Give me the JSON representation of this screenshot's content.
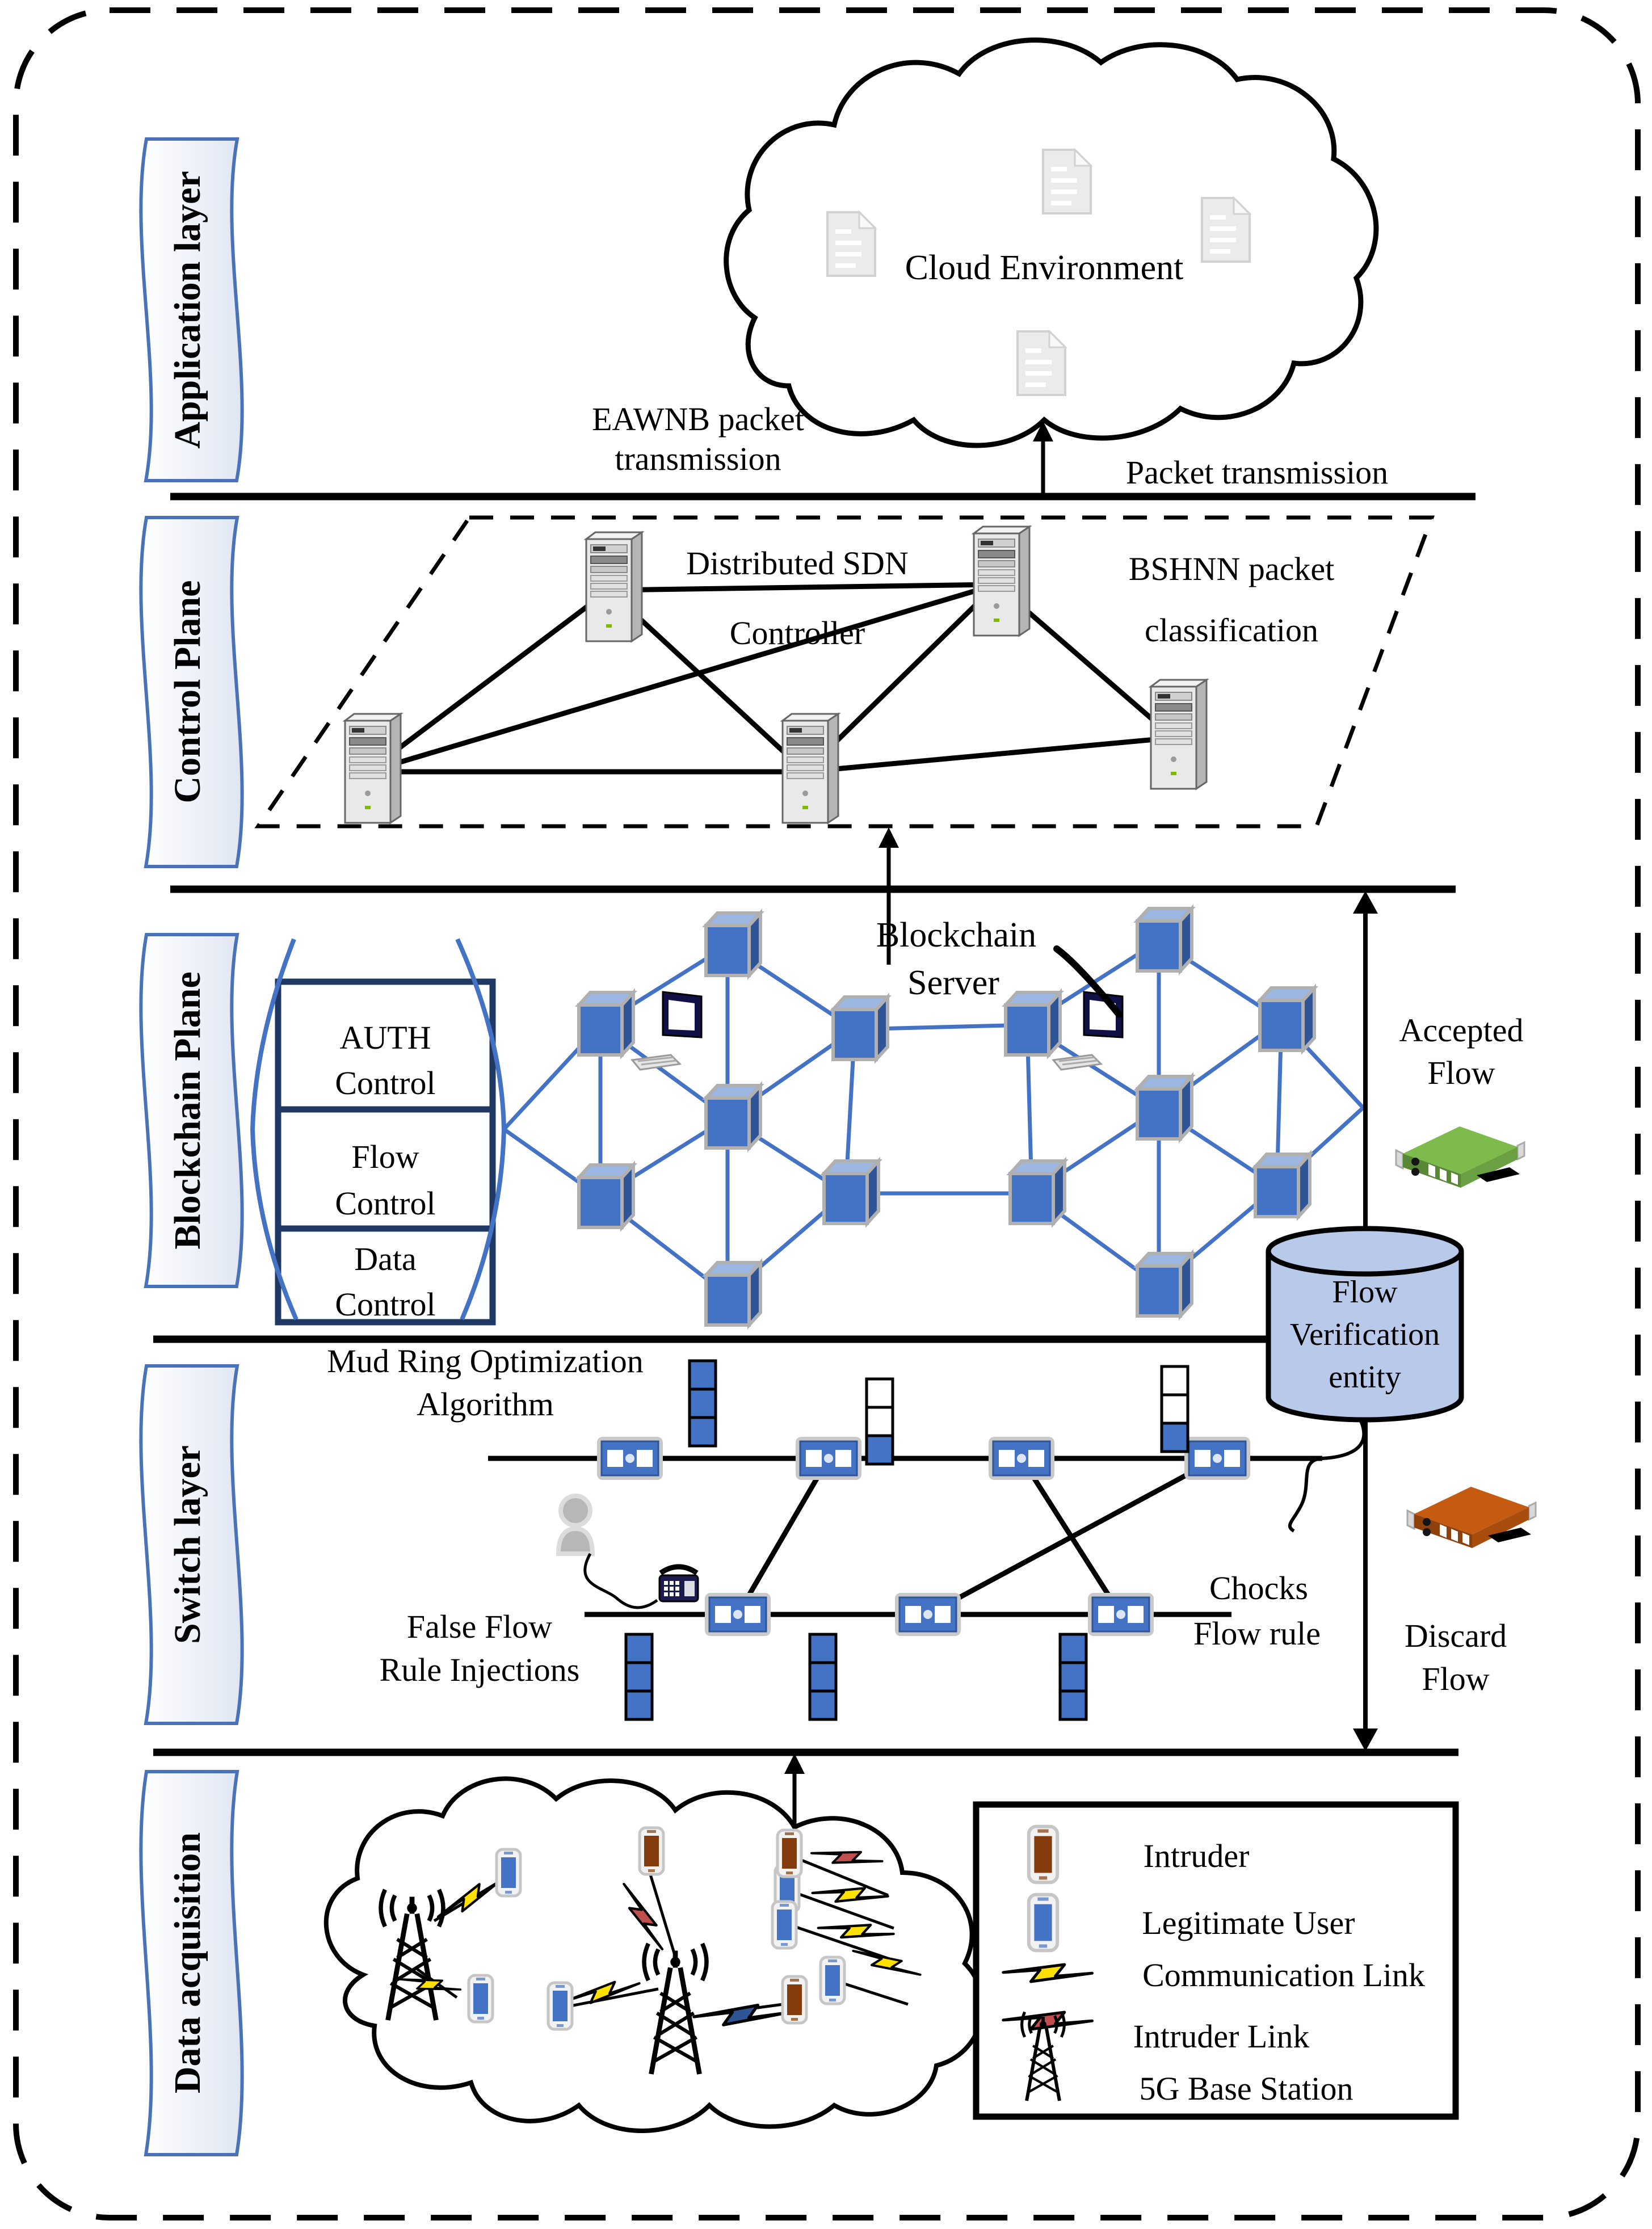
{
  "banners": {
    "application": "Application layer",
    "control": "Control Plane",
    "blockchain": "Blockchain Plane",
    "switch": "Switch layer",
    "data_acquisition": "Data acquisition"
  },
  "application": {
    "cloud": "Cloud Environment",
    "eawnb1": "EAWNB  packet",
    "eawnb2": "transmission",
    "packet_transmission": "Packet transmission"
  },
  "control": {
    "sdn1": "Distributed SDN",
    "sdn2": "Controller",
    "bshnn1": "BSHNN packet",
    "bshnn2": "classification"
  },
  "blockchain": {
    "auth1": "AUTH",
    "auth2": "Control",
    "flow1": "Flow",
    "flow2": "Control",
    "data1": "Data",
    "data2": "Control",
    "server1": "Blockchain",
    "server2": "Server",
    "accepted1": "Accepted",
    "accepted2": "Flow"
  },
  "verification": {
    "l1": "Flow",
    "l2": "Verification",
    "l3": "entity"
  },
  "switch": {
    "mudring1": "Mud Ring Optimization",
    "mudring2": "Algorithm",
    "false1": "False Flow",
    "false2": "Rule Injections",
    "chocks1": "Chocks",
    "chocks2": "Flow rule",
    "discard1": "Discard",
    "discard2": "Flow"
  },
  "legend": {
    "items": [
      {
        "label": "Intruder"
      },
      {
        "label": "Legitimate User"
      },
      {
        "label": "Communication Link"
      },
      {
        "label": "Intruder Link"
      },
      {
        "label": "5G Base Station"
      }
    ]
  },
  "colors": {
    "banner_border": "#4A72B8",
    "link_blue": "#4472C4",
    "cube_front": "#4472C4",
    "cube_top": "#9DB7E3",
    "cube_side": "#2F5597",
    "switch_blue": "#4472C4",
    "table_blue": "#4472C4",
    "verification_fill": "#B9C9EA",
    "legitimate_user": "#4472C4",
    "intruder": "#843C0C",
    "communication_link": "#FFE000",
    "intruder_link": "#C0504D",
    "blue_bolt": "#2F5597",
    "accepted_device": "#7CBB4C",
    "discard_device": "#C55A11"
  }
}
